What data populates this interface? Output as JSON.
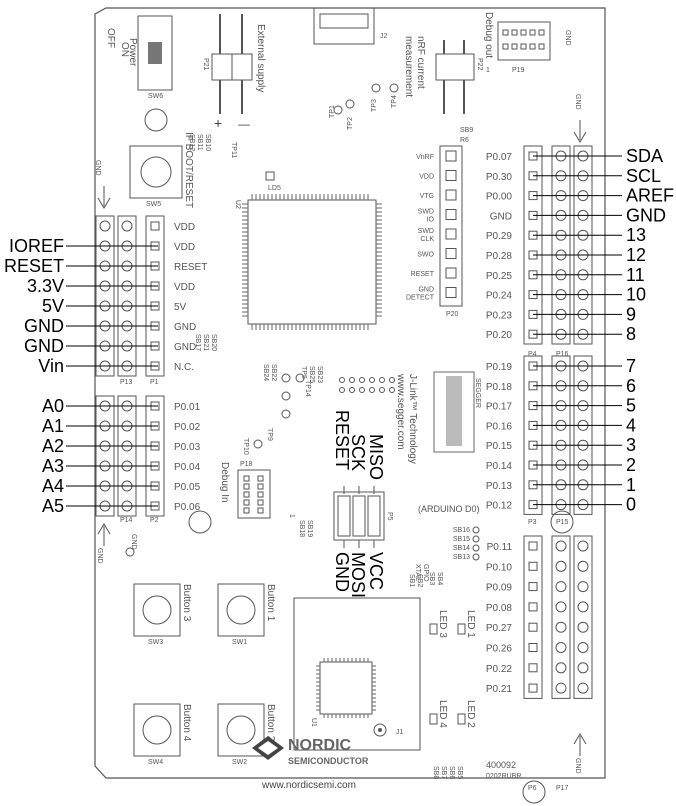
{
  "board": {
    "switch": {
      "name": "SW6",
      "on": "ON",
      "off": "OFF",
      "power": "Power"
    },
    "ext_supply": {
      "label": "External supply",
      "p21": "P21",
      "plus": "+",
      "minus": "—"
    },
    "usb": {
      "label": "J2"
    },
    "nrf_meas": {
      "line1": "nRF current",
      "line2": "measurement",
      "p22": "P22"
    },
    "debug_out": {
      "label": "Debug out",
      "p19": "P19",
      "one": "1",
      "gnd": "GND"
    },
    "testpoints": [
      "TP1",
      "TP2",
      "TP3",
      "TP4"
    ],
    "if_boot": {
      "label": "IF BOOT/RESET",
      "sw5": "SW5",
      "tp11": "TP11",
      "sbs": [
        "SB10",
        "SB11",
        "SB12"
      ]
    },
    "ld5": "LD5",
    "u2": "U2",
    "sb9": "SB9",
    "r6": "R6",
    "p20": {
      "label": "P20",
      "rows": [
        "VnRF",
        "VDD",
        "VTG",
        "SWD IO",
        "SWD CLK",
        "SWO",
        "RESET",
        "GND DETECT"
      ]
    },
    "gnd_top": "GND",
    "gnd_left": "GND",
    "gnd_bottom_left": "GND",
    "gnd_bottom_right": "GND",
    "gnd_mid": "GND",
    "power_header": {
      "p13": "P13",
      "p1": "P1",
      "pins": [
        "VDD",
        "VDD",
        "RESET",
        "VDD",
        "5V",
        "GND",
        "GND",
        "N.C."
      ]
    },
    "power_big": [
      "IOREF",
      "RESET",
      "3.3V",
      "5V",
      "GND",
      "GND",
      "Vin"
    ],
    "sb_left_mid": [
      "SB20",
      "SB21",
      "SB17"
    ],
    "analog_header": {
      "p14": "P14",
      "p2": "P2",
      "pins": [
        "P0.01",
        "P0.02",
        "P0.03",
        "P0.04",
        "P0.05",
        "P0.06"
      ]
    },
    "analog_big": [
      "A0",
      "A1",
      "A2",
      "A3",
      "A4",
      "A5"
    ],
    "debug_in": {
      "label": "Debug In",
      "p18": "P18",
      "tp10": "TP10",
      "tp9": "TP9",
      "one": "1"
    },
    "mid_tps": [
      "TP5",
      "TP6",
      "TP7",
      "TP8",
      "TP14"
    ],
    "mid_sbs": [
      "SB22",
      "SB24",
      "SB23",
      "SB25"
    ],
    "spi_top": [
      "MISO",
      "SCK",
      "RESET"
    ],
    "spi_bottom": [
      "VCC",
      "MOSI",
      "GND"
    ],
    "p5": "P5",
    "sb18_19": [
      "SB19",
      "SB18"
    ],
    "segger": {
      "line1": "J-Link™ Technology",
      "line2": "www.segger.com",
      "logo": "SEGGER"
    },
    "right_top_header": {
      "p4": "P4",
      "p16": "P16",
      "pins": [
        "P0.07",
        "P0.30",
        "P0.00",
        "GND",
        "P0.29",
        "P0.28",
        "P0.25",
        "P0.24",
        "P0.23",
        "P0.20"
      ]
    },
    "right_top_big": [
      "SDA",
      "SCL",
      "AREF",
      "GND",
      "13",
      "12",
      "11",
      "10",
      "9",
      "8"
    ],
    "right_mid_header": {
      "p3": "P3",
      "p15": "P15",
      "pins": [
        "P0.19",
        "P0.18",
        "P0.17",
        "P0.16",
        "P0.15",
        "P0.14",
        "P0.13",
        "P0.12"
      ],
      "arduino_d0": "(ARDUINO D0)"
    },
    "right_mid_big": [
      "7",
      "6",
      "5",
      "4",
      "3",
      "2",
      "1",
      "0"
    ],
    "right_bottom_header": {
      "p6": "P6",
      "p17": "P17",
      "pins": [
        "P0.11",
        "P0.10",
        "P0.09",
        "P0.08",
        "P0.27",
        "P0.26",
        "P0.22",
        "P0.21"
      ]
    },
    "sb_right": [
      "SB16",
      "SB15",
      "SB14",
      "SB13"
    ],
    "xtal": {
      "gpio": "GPIO",
      "xtal": "XTAL",
      "sbs": [
        "SB4",
        "SB3",
        "SB2",
        "SB1"
      ]
    },
    "leds": [
      "LED 1",
      "LED 2",
      "LED 3",
      "LED 4"
    ],
    "u1": "U1",
    "sb_bottom": [
      "SB5",
      "SB6",
      "SB7",
      "SB8"
    ],
    "buttons": [
      {
        "label": "Button 3",
        "sw": "SW3"
      },
      {
        "label": "Button 1",
        "sw": "SW1"
      },
      {
        "label": "Button 4",
        "sw": "SW4"
      },
      {
        "label": "Button 2",
        "sw": "SW2"
      }
    ],
    "j1": "J1",
    "nordic": {
      "name": "NORDIC",
      "sub": "SEMICONDUCTOR",
      "url": "www.nordicsemi.com"
    },
    "part": {
      "num": "400092",
      "rev": "0202RUBR"
    }
  }
}
